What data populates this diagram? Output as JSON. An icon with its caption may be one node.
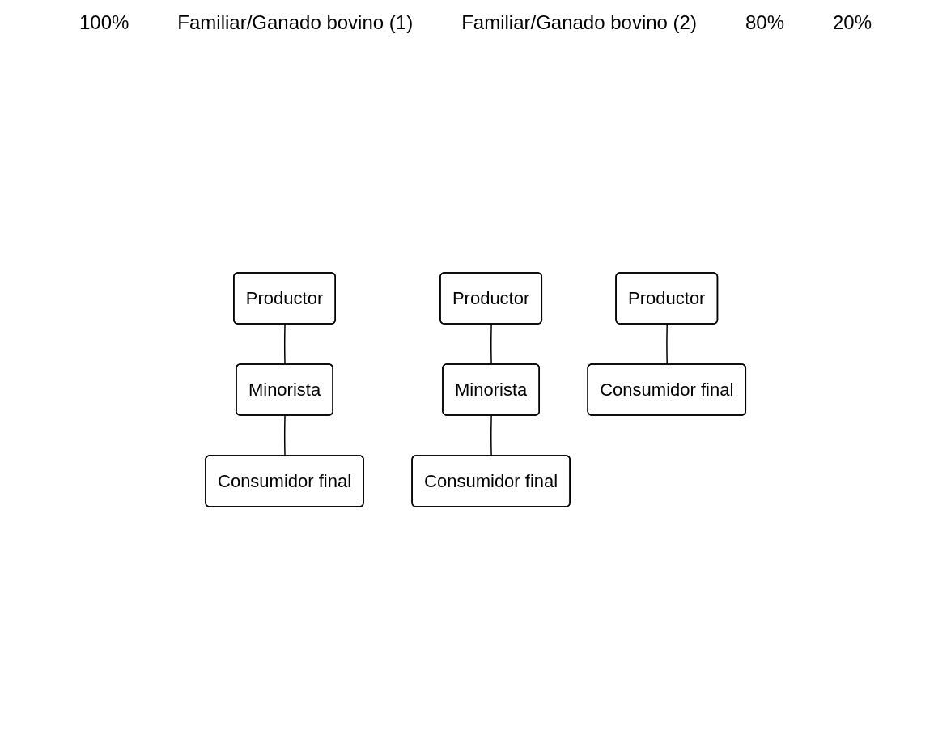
{
  "diagram": {
    "nodes": [
      {
        "text": [
          "Productor"
        ]
      },
      {
        "text": [
          "Minorista"
        ]
      },
      {
        "text": [
          "Consumidor final"
        ]
      },
      {
        "text": [
          "Productor"
        ]
      },
      {
        "text": [
          "Minorista"
        ]
      },
      {
        "text": [
          "Consumidor final"
        ]
      },
      {
        "text": [
          "Productor"
        ]
      },
      {
        "text": [
          "Consumidor final"
        ]
      }
    ],
    "edges": [
      {
        "from": 0,
        "to": 1,
        "arrow": "none"
      },
      {
        "from": 1,
        "to": 2,
        "arrow": "none"
      },
      {
        "from": 3,
        "to": 4,
        "arrow": "none"
      },
      {
        "from": 4,
        "to": 5,
        "arrow": "none"
      },
      {
        "from": 6,
        "to": 7,
        "arrow": "none"
      }
    ],
    "labels": [
      "100%",
      "Familiar/Ganado bovino (1)",
      "Familiar/Ganado bovino (2)",
      "80%",
      "20%"
    ]
  }
}
